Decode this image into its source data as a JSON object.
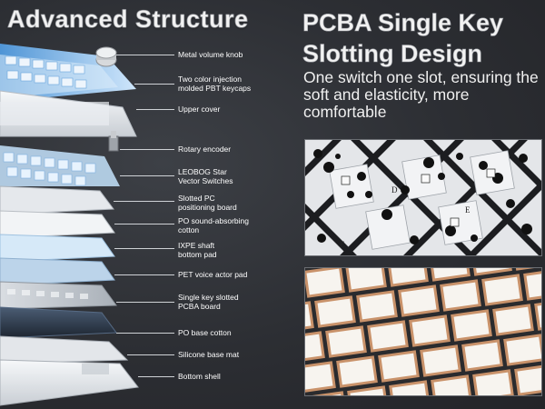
{
  "left_title": "Advanced Structure",
  "right_title": "PCBA Single Key Slotting Design",
  "subtitle": "One switch one slot, ensuring the soft and elasticity, more comfortable",
  "components": [
    {
      "label": "Metal volume knob"
    },
    {
      "label": "Two color injection\nmolded PBT keycaps"
    },
    {
      "label": "Upper cover"
    },
    {
      "label": "Rotary encoder"
    },
    {
      "label": "LEOBOG Star\nVector Switches"
    },
    {
      "label": "Slotted PC\npositioning board"
    },
    {
      "label": "PO sound-absorbing\ncotton"
    },
    {
      "label": "IXPE shaft\nbottom pad"
    },
    {
      "label": "PET voice actor pad"
    },
    {
      "label": "Single key slotted\nPCBA board"
    },
    {
      "label": "PO base cotton"
    },
    {
      "label": "Silicone base mat"
    },
    {
      "label": "Bottom shell"
    }
  ],
  "pcb_letters": [
    "D",
    "E",
    "E"
  ],
  "colors": {
    "background": "#2c2e33",
    "keycap_blue": "#8ec3f0",
    "keycap_white": "#eef2f6",
    "copper": "#c9926a"
  }
}
